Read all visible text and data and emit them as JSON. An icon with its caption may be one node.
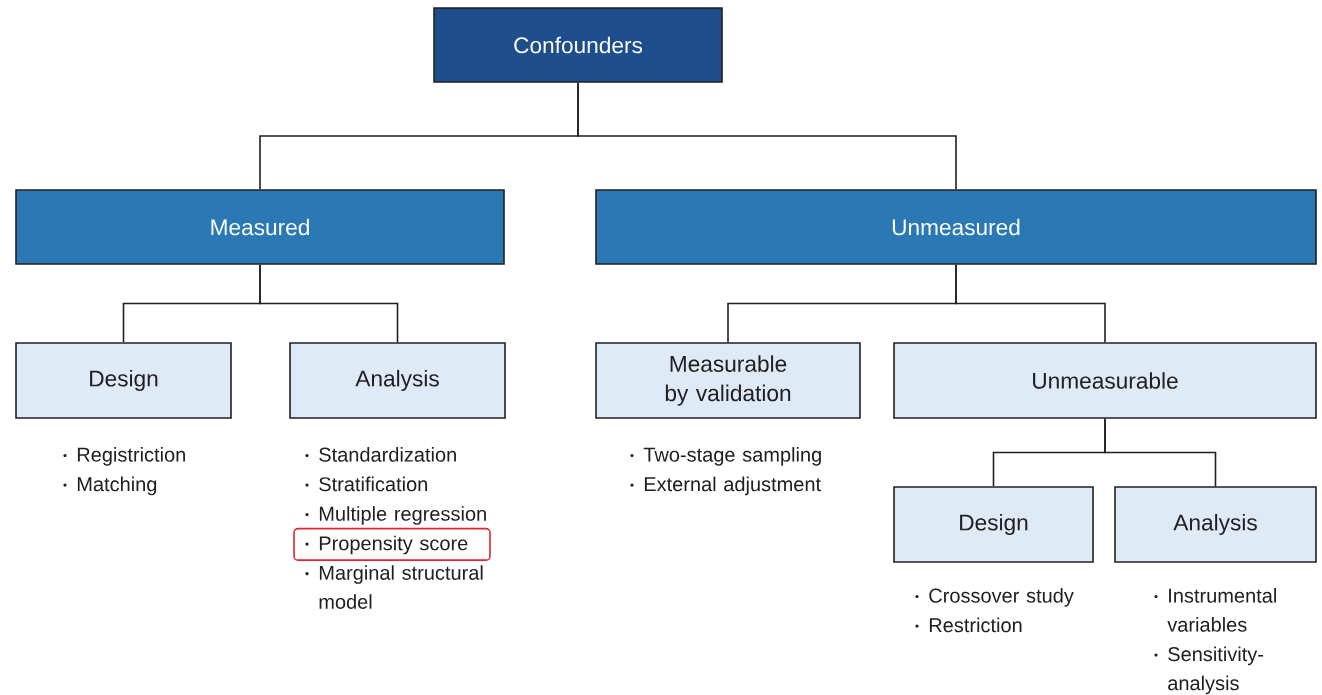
{
  "diagram": {
    "nodes": [
      {
        "text": [
          "Confounders"
        ]
      },
      {
        "text": [
          "Measured"
        ]
      },
      {
        "text": [
          "Unmeasured"
        ]
      },
      {
        "text": [
          "Design"
        ],
        "beside": [
          "Registriction",
          "Matching"
        ]
      },
      {
        "text": [
          "Analysis"
        ],
        "beside": [
          "Standardization",
          "Stratification",
          "Multiple regression",
          "Propensity score",
          "Marginal structural model"
        ]
      },
      {
        "text": [
          "Measurable by validation"
        ],
        "beside": [
          "Two-stage sampling",
          "External adjustment"
        ]
      },
      {
        "text": [
          "Unmeasurable"
        ]
      },
      {
        "text": [
          "Design"
        ],
        "beside": [
          "Crossover study",
          "Restriction"
        ]
      },
      {
        "text": [
          "Analysis"
        ],
        "beside": [
          "Instrumental variables",
          "Sensitivity-analysis"
        ]
      }
    ],
    "edges": [
      {
        "from": 0,
        "to": 1,
        "arrow": "none"
      },
      {
        "from": 0,
        "to": 2,
        "arrow": "none"
      },
      {
        "from": 1,
        "to": 3,
        "arrow": "none"
      },
      {
        "from": 1,
        "to": 4,
        "arrow": "none"
      },
      {
        "from": 2,
        "to": 5,
        "arrow": "none"
      },
      {
        "from": 2,
        "to": 6,
        "arrow": "none"
      },
      {
        "from": 6,
        "to": 7,
        "arrow": "none"
      },
      {
        "from": 6,
        "to": 8,
        "arrow": "none"
      }
    ]
  }
}
